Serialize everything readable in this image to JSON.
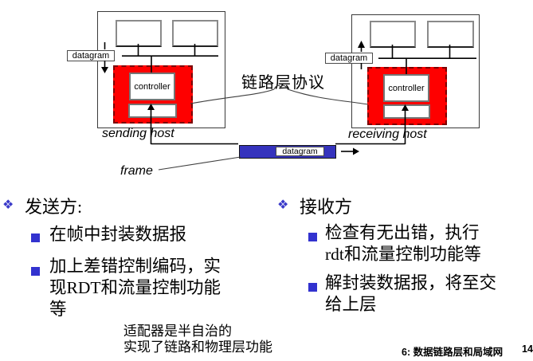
{
  "diagram": {
    "sending": {
      "host_label": "sending host",
      "controller": "controller",
      "datagram": "datagram"
    },
    "receiving": {
      "host_label": "receiving host",
      "controller": "controller",
      "datagram": "datagram"
    },
    "link_label": "链路层协议",
    "frame": {
      "label": "frame",
      "datagram": "datagram"
    }
  },
  "content": {
    "left": {
      "bullet_glyph": "❖",
      "title": "发送方:",
      "items": [
        {
          "lines": [
            "在帧中封装数据报"
          ]
        },
        {
          "lines": [
            "加上差错控制编码，实",
            "现RDT和流量控制功能",
            "等"
          ]
        }
      ]
    },
    "right": {
      "bullet_glyph": "❖",
      "title": "接收方",
      "items": [
        {
          "lines": [
            "检查有无出错，执行",
            "rdt和流量控制功能等"
          ]
        },
        {
          "lines": [
            "解封装数据报，将至交",
            "给上层"
          ]
        }
      ]
    },
    "note_lines": [
      "适配器是半自治的",
      "实现了链路和物理层功能"
    ]
  },
  "footer": {
    "chapter": "6: 数据链路层和局域网",
    "page": "14"
  },
  "colors": {
    "adapter_red": "#fe0000",
    "frame_blue": "#3533bd",
    "bullet_blue": "#3232cf"
  }
}
